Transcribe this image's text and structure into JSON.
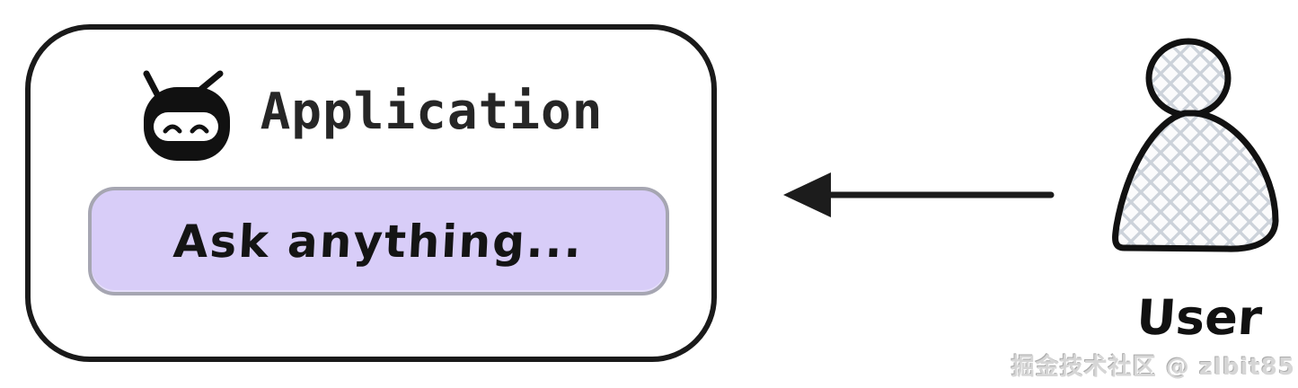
{
  "application_box": {
    "title": "Application",
    "robot_icon": "robot-face-icon",
    "input": {
      "text": "Ask anything...",
      "fill_color": "#d8cdf8",
      "border_color": "#a6a6b2"
    }
  },
  "arrow": {
    "direction": "left",
    "from": "User",
    "to": "Application",
    "color": "#1c1c1c"
  },
  "user_figure": {
    "label": "User",
    "icon": "person-figure-icon",
    "pattern": "crosshatch",
    "pattern_line_color": "#ccd2da",
    "outline_color": "#111111"
  },
  "watermark": {
    "text": "掘金技术社区 @ zlbit85"
  },
  "colors": {
    "background": "#ffffff",
    "box_outline": "#1a1a1a",
    "title_text": "#262626"
  }
}
